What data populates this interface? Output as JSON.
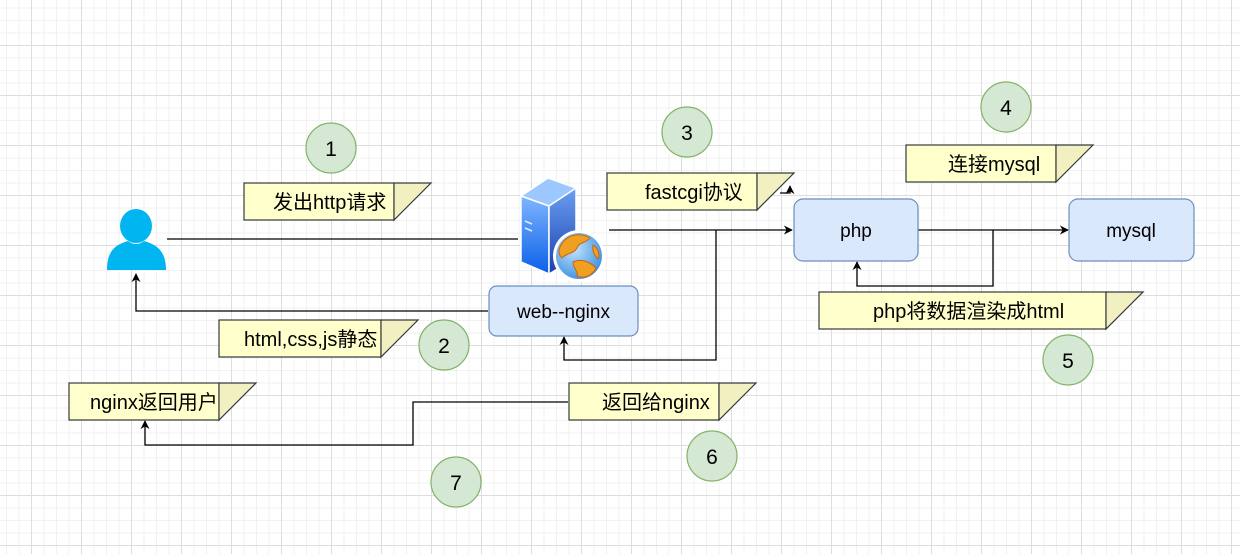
{
  "diagram": {
    "colors": {
      "node_fill": "#dae8fc",
      "node_stroke": "#6c8ebf",
      "note_fill": "#ffffcc",
      "note_fold": "#f2f0c0",
      "note_stroke": "#36393d",
      "step_fill": "#d5e8d4",
      "step_stroke": "#82b366",
      "user_icon": "#00b5f0",
      "edge": "#000000"
    },
    "actors": {
      "user": {
        "icon": "user-icon"
      },
      "web_server": {
        "icon": "web-server-globe-icon"
      }
    },
    "nodes": {
      "web_nginx": "web--nginx",
      "php": "php",
      "mysql": "mysql"
    },
    "notes": {
      "send_http_request": "发出http请求",
      "static_files": "html,css,js静态",
      "fastcgi_protocol": "fastcgi协议",
      "connect_mysql": "连接mysql",
      "php_render_html": "php将数据渲染成html",
      "return_to_nginx": "返回给nginx",
      "nginx_return_user": "nginx返回用户"
    },
    "steps": [
      "1",
      "2",
      "3",
      "4",
      "5",
      "6",
      "7"
    ],
    "edges": [
      {
        "from": "user",
        "to": "web_server",
        "label": "发出http请求"
      },
      {
        "from": "web_nginx",
        "to": "user",
        "label": "html,css,js静态"
      },
      {
        "from": "web_server",
        "to": "php",
        "label": "fastcgi协议"
      },
      {
        "from": "php",
        "to": "mysql",
        "label": "连接mysql"
      },
      {
        "from": "mysql",
        "to": "php",
        "label": "php将数据渲染成html"
      },
      {
        "from": "php",
        "to": "web_nginx",
        "label": "返回给nginx"
      },
      {
        "from": "web_nginx",
        "to": "user",
        "label": "nginx返回用户"
      }
    ]
  }
}
